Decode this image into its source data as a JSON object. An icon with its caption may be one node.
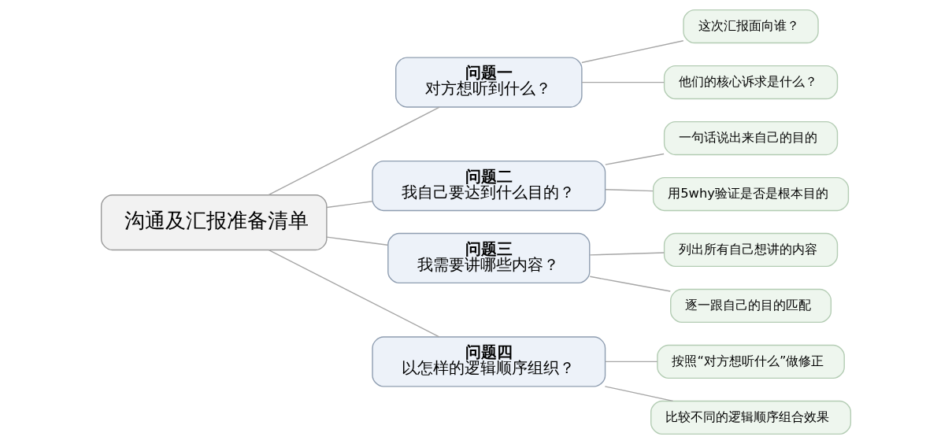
{
  "diagram": {
    "nodes": [
      {
        "text": [
          "沟通及汇报准备清单"
        ]
      },
      {
        "text": [
          "问题一",
          "对方想听到什么？"
        ]
      },
      {
        "text": [
          "这次汇报面向谁？"
        ]
      },
      {
        "text": [
          "他们的核心诉求是什么？"
        ]
      },
      {
        "text": [
          "问题二",
          "我自己要达到什么目的？"
        ]
      },
      {
        "text": [
          "一句话说出来自己的目的"
        ]
      },
      {
        "text": [
          "用5why验证是否是根本目的"
        ]
      },
      {
        "text": [
          "问题三",
          "我需要讲哪些内容？"
        ]
      },
      {
        "text": [
          "列出所有自己想讲的内容"
        ]
      },
      {
        "text": [
          "逐一跟自己的目的匹配"
        ]
      },
      {
        "text": [
          "问题四",
          "以怎样的逻辑顺序组织？"
        ]
      },
      {
        "text": [
          "按照“对方想听什么”做修正"
        ]
      },
      {
        "text": [
          "比较不同的逻辑顺序组合效果"
        ]
      }
    ],
    "edges": [
      {
        "from": 0,
        "to": 1,
        "arrow": "none"
      },
      {
        "from": 0,
        "to": 4,
        "arrow": "none"
      },
      {
        "from": 0,
        "to": 7,
        "arrow": "none"
      },
      {
        "from": 0,
        "to": 10,
        "arrow": "none"
      },
      {
        "from": 1,
        "to": 2,
        "arrow": "none"
      },
      {
        "from": 1,
        "to": 3,
        "arrow": "none"
      },
      {
        "from": 4,
        "to": 5,
        "arrow": "none"
      },
      {
        "from": 4,
        "to": 6,
        "arrow": "none"
      },
      {
        "from": 7,
        "to": 8,
        "arrow": "none"
      },
      {
        "from": 7,
        "to": 9,
        "arrow": "none"
      },
      {
        "from": 10,
        "to": 11,
        "arrow": "none"
      },
      {
        "from": 10,
        "to": 12,
        "arrow": "none"
      }
    ]
  }
}
